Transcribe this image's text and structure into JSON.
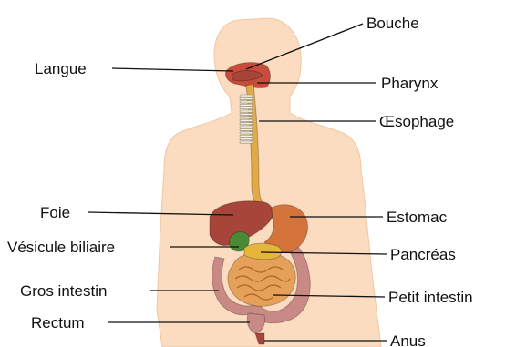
{
  "colors": {
    "skin": "#fbdcc0",
    "skin_edge": "#f2c6a0",
    "liver": "#a8453a",
    "stomach": "#d4743c",
    "esophagus": "#e2aa45",
    "gallbladder": "#4b8a34",
    "pancreas": "#e6b63c",
    "small_intestine": "#e5a15a",
    "large_intestine": "#c98a86",
    "mouth": "#c94b3c",
    "text": "#111111"
  },
  "labels": {
    "bouche": "Bouche",
    "langue": "Langue",
    "pharynx": "Pharynx",
    "oesophage": "Œsophage",
    "foie": "Foie",
    "estomac": "Estomac",
    "vesicule": "Vésicule biliaire",
    "pancreas": "Pancréas",
    "gros_intestin": "Gros intestin",
    "petit_intestin": "Petit intestin",
    "rectum": "Rectum",
    "anus": "Anus"
  }
}
